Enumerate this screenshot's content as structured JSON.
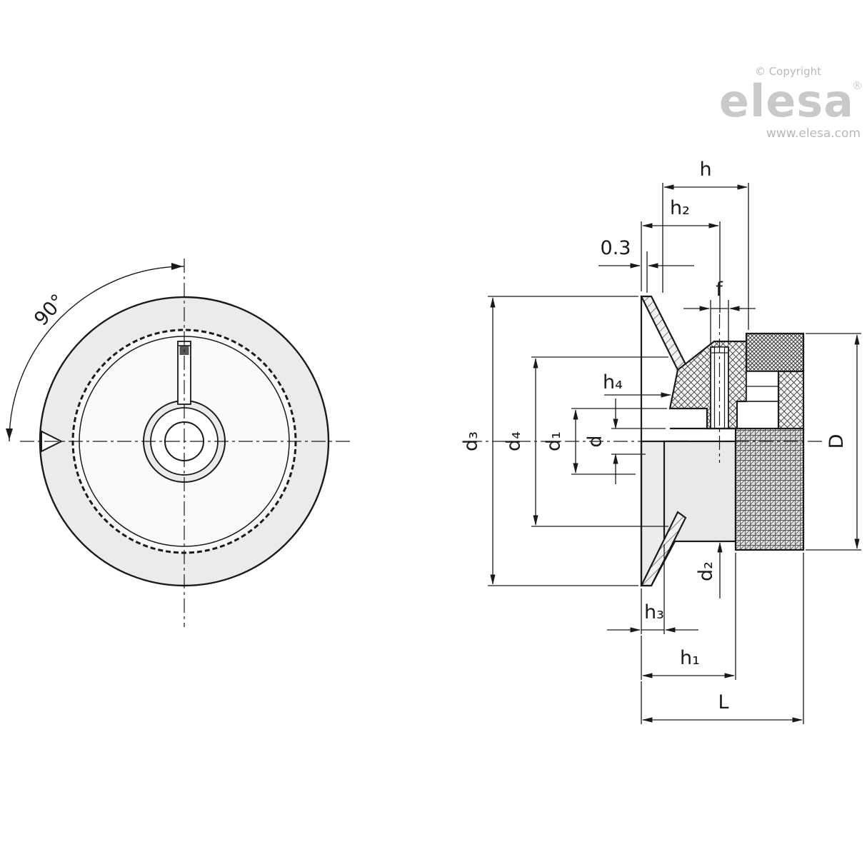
{
  "branding": {
    "copyright": "© Copyright",
    "logo": "elesa",
    "registered": "®",
    "website": "www.elesa.com"
  },
  "front_view": {
    "angle_label": "90°"
  },
  "side_view": {
    "labels": {
      "h": "h",
      "h2": "h₂",
      "gap": "0.3",
      "f": "f",
      "h4": "h₄",
      "d3": "d₃",
      "d4": "d₄",
      "d1": "d₁",
      "d": "d",
      "d2": "d₂",
      "h3": "h₃",
      "h1": "h₁",
      "L": "L",
      "D": "D"
    }
  },
  "colors": {
    "line": "#1a1a1a",
    "fill_light": "#ebebeb",
    "brand_gray": "#c9c9c9"
  }
}
